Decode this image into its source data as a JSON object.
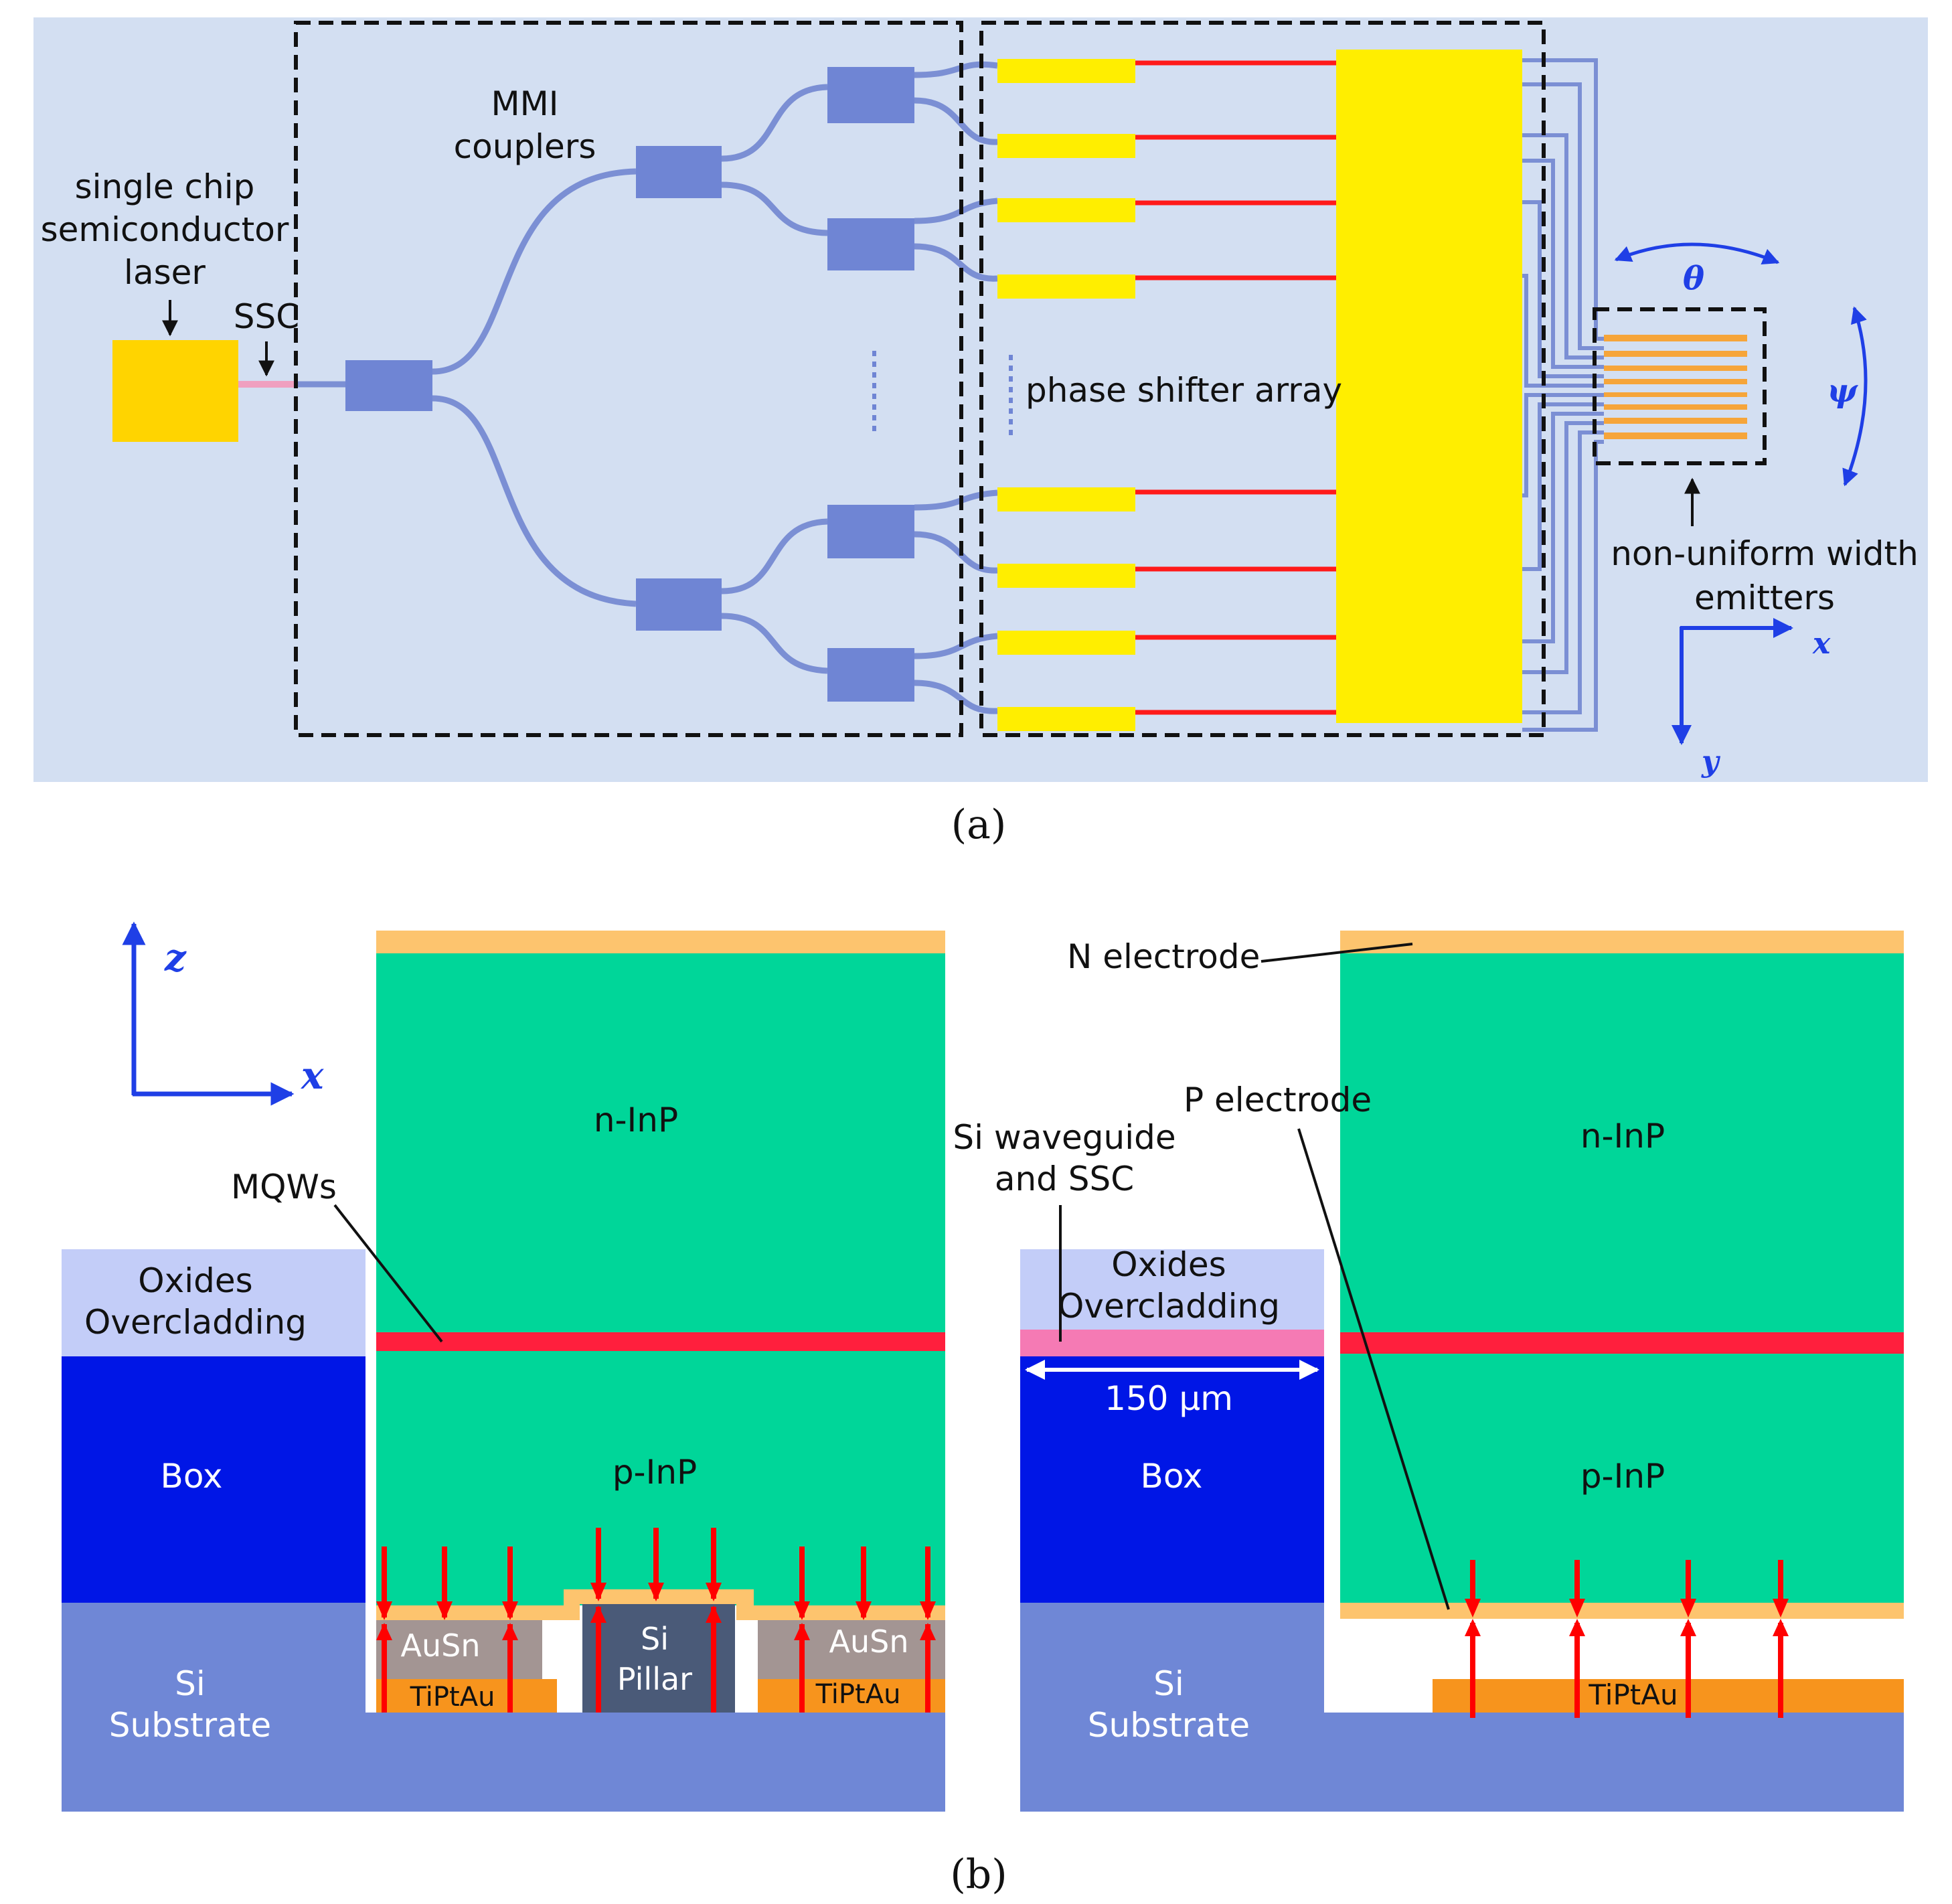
{
  "panel_a": {
    "labels": {
      "laser": [
        "single chip",
        "semiconductor",
        "laser"
      ],
      "ssc": "SSC",
      "mmi": [
        "MMI",
        "couplers"
      ],
      "phase_shifter": "phase shifter array",
      "emitters": [
        "non-uniform width",
        "emitters"
      ],
      "theta": "θ",
      "psi": "ψ",
      "axis_x": "x",
      "axis_y": "y"
    },
    "caption": "(a)",
    "colors": {
      "background": "#d3dff2",
      "mmi": "#6f85d4",
      "waveguide": "#7b8fd4",
      "heater": "#ffee00",
      "electrode_line": "#ff1a1a",
      "laser": "#ffd400",
      "emitter": "#f6a53a",
      "arrow": "#1f3fe6"
    }
  },
  "panel_b_left": {
    "labels": {
      "axis_z": "z",
      "axis_x": "x",
      "n_inp": "n-InP",
      "mqws": "MQWs",
      "p_inp": "p-InP",
      "oxides": [
        "Oxides",
        "Overcladding"
      ],
      "box": "Box",
      "si_substrate": [
        "Si",
        "Substrate"
      ],
      "ausn_left": "AuSn",
      "ausn_right": "AuSn",
      "tiptau_left": "TiPtAu",
      "tiptau_right": "TiPtAu",
      "si_pillar": [
        "Si",
        "Pillar"
      ]
    }
  },
  "panel_b_right": {
    "labels": {
      "n_electrode": "N electrode",
      "p_electrode": "P electrode",
      "si_waveguide": [
        "Si waveguide",
        "and SSC"
      ],
      "oxides": [
        "Oxides",
        "Overcladding"
      ],
      "width": "150 μm",
      "box": "Box",
      "si_substrate": [
        "Si",
        "Substrate"
      ],
      "n_inp": "n-InP",
      "p_inp": "p-InP",
      "tiptau": "TiPtAu"
    }
  },
  "caption_b": "(b)",
  "colors": {
    "green": "#00d699",
    "mqw": "#ff1f3d",
    "gold": "#fdc46e",
    "oxide": "#c3cdf8",
    "box": "#0016e6",
    "substrate": "#6f87d6",
    "ausn": "#a39593",
    "tiptau": "#f7941d",
    "pillar": "#4a5a78",
    "pink": "#f57ab4",
    "red_arrow": "#ff0000"
  }
}
